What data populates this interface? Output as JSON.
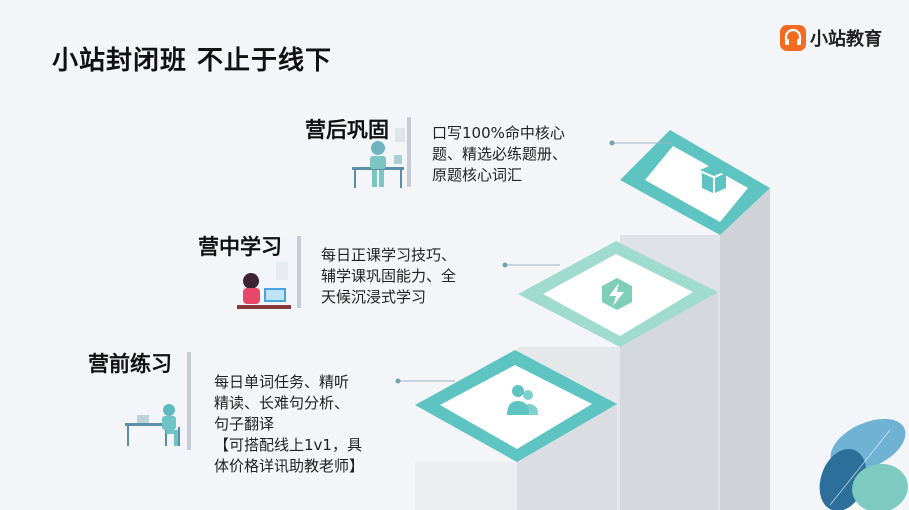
{
  "title": "小站封闭班 不止于线下",
  "logo": {
    "text": "小站教育",
    "icon": "headset-icon",
    "brand_color": "#f26b21"
  },
  "colors": {
    "teal_dark": "#5ec4c2",
    "teal_light": "#a9e1d6",
    "step_side": "#d7dbe0",
    "step_front": "#e8ebee"
  },
  "stages": [
    {
      "title": "营后巩固",
      "desc": [
        "口写100%命中核心",
        "题、精选必练题册、",
        "原题核心词汇"
      ],
      "icon": "box-icon",
      "illustration": "student-desk-illustration"
    },
    {
      "title": "营中学习",
      "desc": [
        "每日正课学习技巧、",
        "辅学课巩固能力、全",
        "天候沉浸式学习"
      ],
      "icon": "lightning-icon",
      "illustration": "woman-laptop-illustration"
    },
    {
      "title": "营前练习",
      "desc": [
        "每日单词任务、精听",
        "精读、长难句分析、",
        "句子翻译",
        "【可搭配线上1v1，具",
        "体价格详讯助教老师】"
      ],
      "icon": "users-icon",
      "illustration": "person-desk-illustration"
    }
  ]
}
